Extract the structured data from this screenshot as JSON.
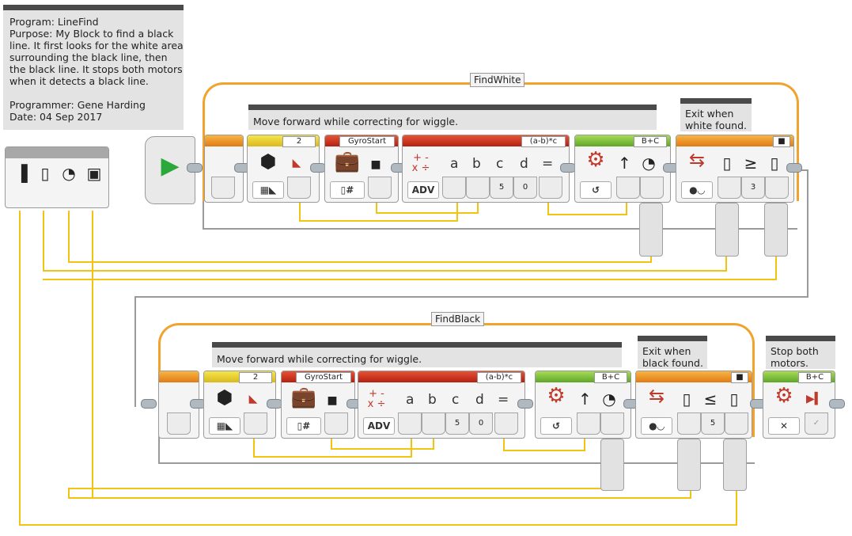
{
  "program_comment": {
    "lines": [
      "Program: LineFind",
      "Purpose: My Block to find a black",
      "line. It first looks for the white area",
      "surrounding the black line, then",
      "the black line. It stops both motors",
      "when it detects a black line.",
      "",
      "Programmer: Gene Harding",
      "Date: 04 Sep 2017"
    ]
  },
  "loop1": {
    "name": "FindWhite",
    "comment": "Move forward while correcting for wiggle.",
    "exit_comment": [
      "Exit when",
      "white found."
    ],
    "sensor_port": "2",
    "gyro_var": "GyroStart",
    "math_expr": "(a-b)*c",
    "math_c": "5",
    "math_d": "0",
    "motor_ports": "B+C",
    "compare_value": "3",
    "adv_label": "ADV",
    "letters": [
      "a",
      "b",
      "c",
      "d",
      "="
    ],
    "compare_op": "≥"
  },
  "loop2": {
    "name": "FindBlack",
    "comment": "Move forward while correcting for wiggle.",
    "exit_comment": [
      "Exit when",
      "black found."
    ],
    "sensor_port": "2",
    "gyro_var": "GyroStart",
    "math_expr": "(a-b)*c",
    "math_c": "5",
    "math_d": "0",
    "motor_ports": "B+C",
    "compare_value": "5",
    "adv_label": "ADV",
    "letters": [
      "a",
      "b",
      "c",
      "d",
      "="
    ],
    "compare_op": "≤"
  },
  "stop_block": {
    "comment": [
      "Stop both",
      "motors."
    ],
    "motor_ports": "B+C"
  },
  "colors": {
    "wire": "#f1c40f",
    "loop": "#f1a32d",
    "sequence": "#9a9a9a"
  },
  "icons": [
    "start-triangle-icon",
    "gyro-sensor-icon",
    "briefcase-variable-icon",
    "math-icon",
    "steering-wheel-icon",
    "loop-exit-icon",
    "stop-icon",
    "check-icon",
    "close-icon",
    "light-sensor-icon"
  ]
}
